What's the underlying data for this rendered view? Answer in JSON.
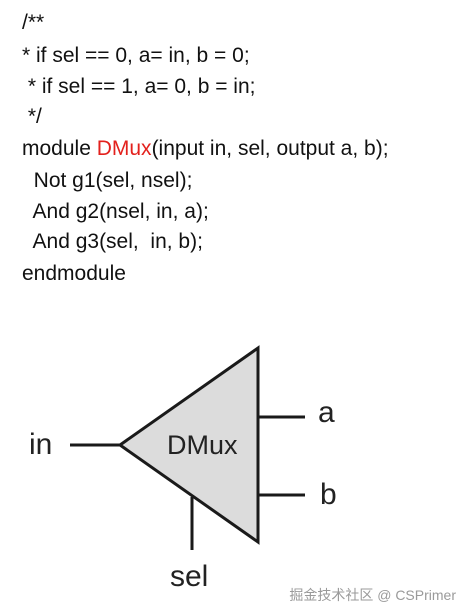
{
  "code": {
    "line1": "/**",
    "line2": "* if sel == 0, a= in, b = 0;",
    "line3": " * if sel == 1, a= 0, b = in;",
    "line4": " */",
    "line5_prefix": "module ",
    "line5_name": "DMux",
    "line5_suffix": "(input in, sel, output a, b);",
    "line6": "  Not g1(sel, nsel);",
    "line7": "  And g2(nsel, in, a);",
    "line8": "  And g3(sel,  in, b);",
    "line9": "endmodule"
  },
  "diagram": {
    "block_label": "DMux",
    "input_label": "in",
    "select_label": "sel",
    "output_a_label": "a",
    "output_b_label": "b",
    "block_fill": "#dcdcdc",
    "stroke_color": "#1a1a1a"
  },
  "colors": {
    "highlight": "#e3211d"
  },
  "watermark": "掘金技术社区 @ CSPrimer"
}
